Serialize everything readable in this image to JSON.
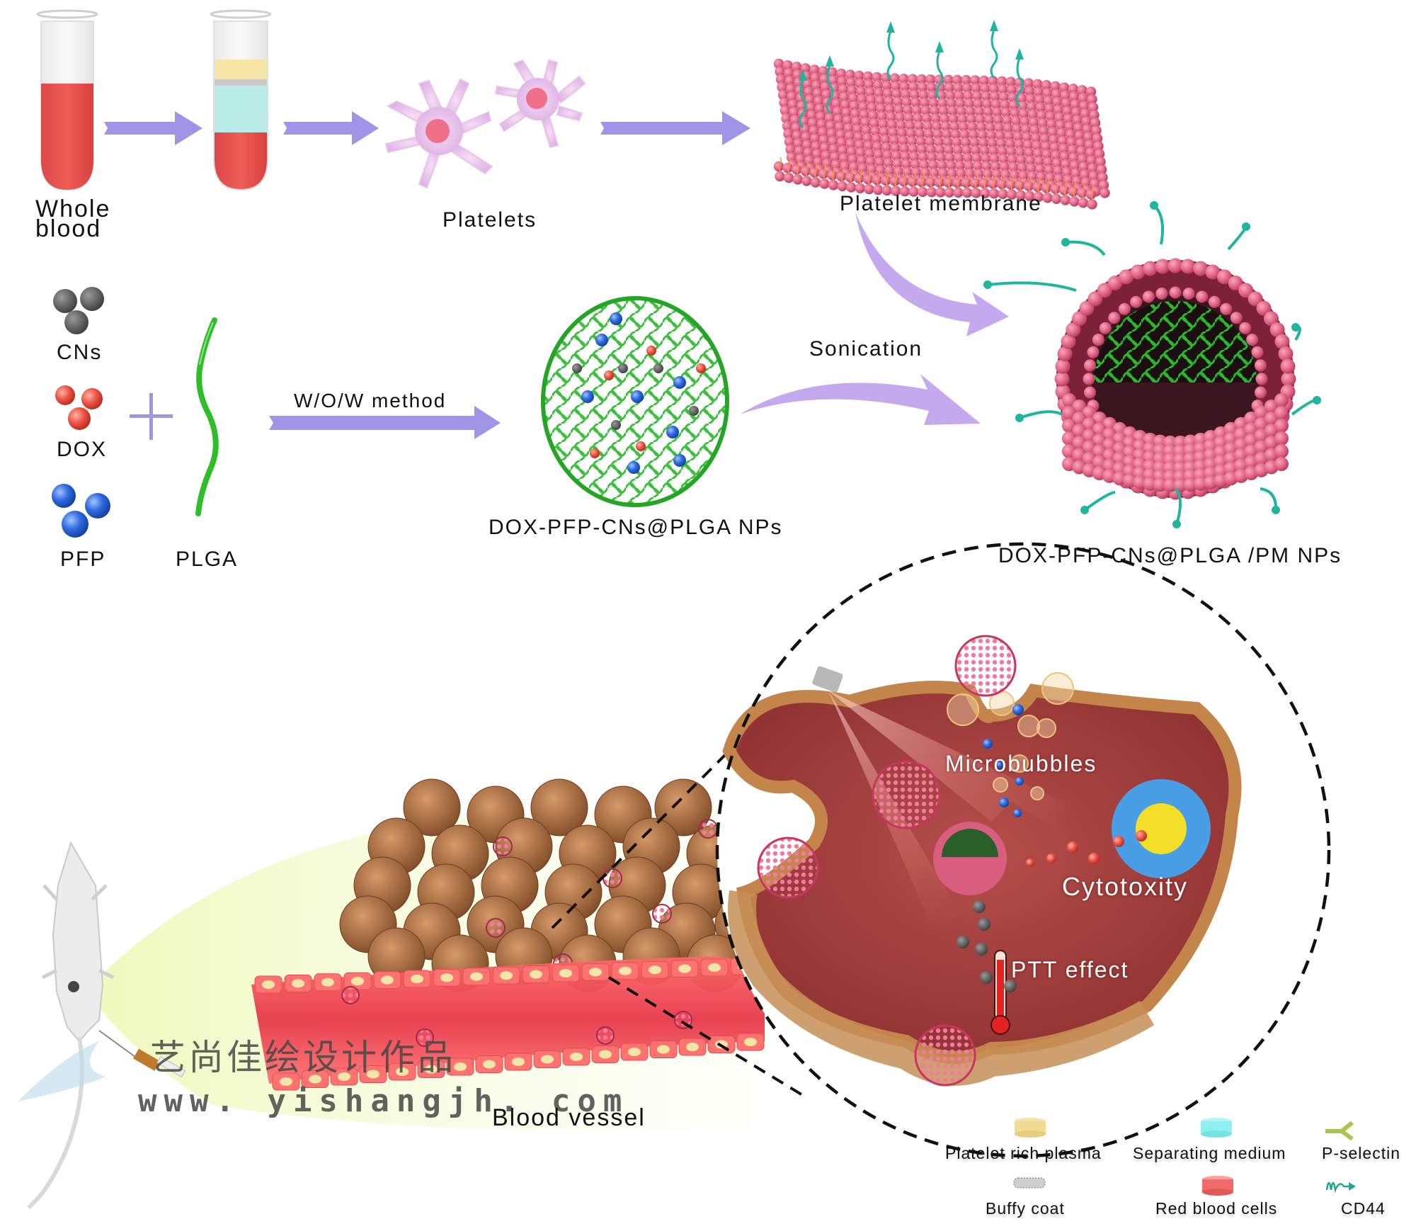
{
  "figure": {
    "title": "Preparation and therapeutic mechanism of DOX-PFP-CNs@PLGA/PM NPs",
    "colors": {
      "arrow": "#9f95e6",
      "curved_arrow": "#c5a9ef",
      "blood_red": "#e8504f",
      "plasma_yellow": "#f5e6a8",
      "separating_cyan": "#b9ece6",
      "membrane_pink": "#e06383",
      "cd44_teal": "#1fb59e",
      "plga_green": "#2fbd2a",
      "cn_gray": "#555555",
      "dox_red": "#e84b3c",
      "pfp_blue": "#2a64d6",
      "cell_interior": "#a8413f",
      "cell_rim": "#c4854a",
      "tumor_brown": "#a0663a",
      "light_beam": "#eaf7a6"
    }
  },
  "preparation": {
    "steps": [
      {
        "id": "whole-blood",
        "label_line1": "Whole",
        "label_line2": "blood"
      },
      {
        "id": "centrifuged-tube",
        "label": ""
      },
      {
        "id": "platelets",
        "label": "Platelets"
      },
      {
        "id": "platelet-membrane",
        "label": "Platelet membrane"
      }
    ],
    "components": [
      {
        "id": "cns",
        "label": "CNs"
      },
      {
        "id": "dox",
        "label": "DOX"
      },
      {
        "id": "pfp",
        "label": "PFP"
      },
      {
        "id": "plga",
        "label": "PLGA"
      }
    ],
    "plus_sign": "+",
    "wow_method_label": "W/O/W method",
    "core_np_label": "DOX-PFP-CNs@PLGA NPs",
    "sonication_label": "Sonication",
    "final_np_label": "DOX-PFP-CNs@PLGA /PM NPs"
  },
  "therapy": {
    "vessel_label": "Blood vessel",
    "microbubbles_label": "Microbubbles",
    "cytotoxity_label": "Cytotoxity",
    "ptt_label": "PTT effect"
  },
  "watermark": {
    "chinese": "艺尚佳绘设计作品",
    "url": "www. yishangjh. com"
  },
  "legend": {
    "items": [
      {
        "label": "Platelet rich plasma",
        "icon": "yellow-disc-icon",
        "color": "#f1dc93"
      },
      {
        "label": "Separating medium",
        "icon": "cyan-disc-icon",
        "color": "#8ef0f0"
      },
      {
        "label": "P-selectin",
        "icon": "y-shaped-receptor-icon",
        "color": "#a9c54d"
      },
      {
        "label": "Buffy coat",
        "icon": "speckled-disc-icon",
        "color": "#bdbdbd"
      },
      {
        "label": "Red blood cells",
        "icon": "red-disc-icon",
        "color": "#f26b6b"
      },
      {
        "label": "CD44",
        "icon": "wavy-arrow-icon",
        "color": "#1fa88e"
      }
    ]
  }
}
